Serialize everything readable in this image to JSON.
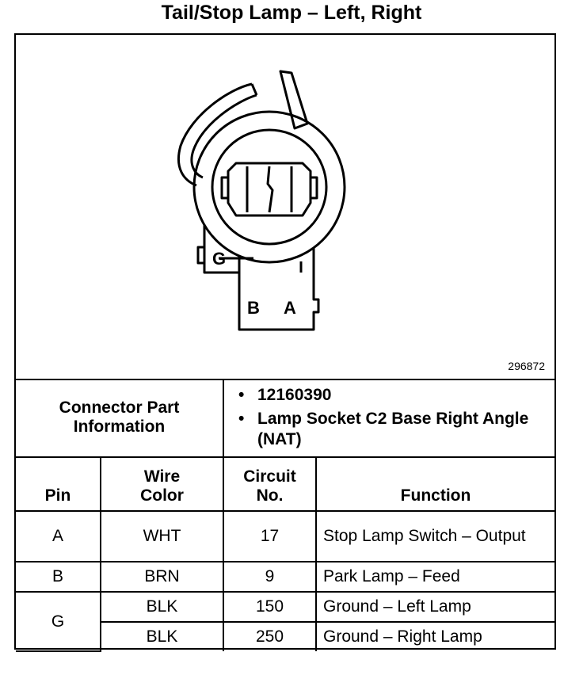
{
  "title": "Tail/Stop Lamp – Left, Right",
  "diagram": {
    "figure_number": "296872",
    "pin_labels": {
      "g": "G",
      "b": "B",
      "a": "A"
    }
  },
  "connector": {
    "label_line1": "Connector Part",
    "label_line2": "Information",
    "items": [
      "12160390",
      "Lamp Socket C2 Base Right Angle (NAT)"
    ]
  },
  "table": {
    "headers": {
      "pin": "Pin",
      "wire_line1": "Wire",
      "wire_line2": "Color",
      "circuit_line1": "Circuit",
      "circuit_line2": "No.",
      "function": "Function"
    },
    "rows": [
      {
        "pin": "A",
        "color": "WHT",
        "circuit": "17",
        "function": "Stop Lamp Switch – Output"
      },
      {
        "pin": "B",
        "color": "BRN",
        "circuit": "9",
        "function": "Park Lamp – Feed"
      },
      {
        "pin": "G",
        "color": "BLK",
        "circuit": "150",
        "function": "Ground – Left Lamp"
      },
      {
        "pin": "",
        "color": "BLK",
        "circuit": "250",
        "function": "Ground – Right Lamp"
      }
    ]
  }
}
